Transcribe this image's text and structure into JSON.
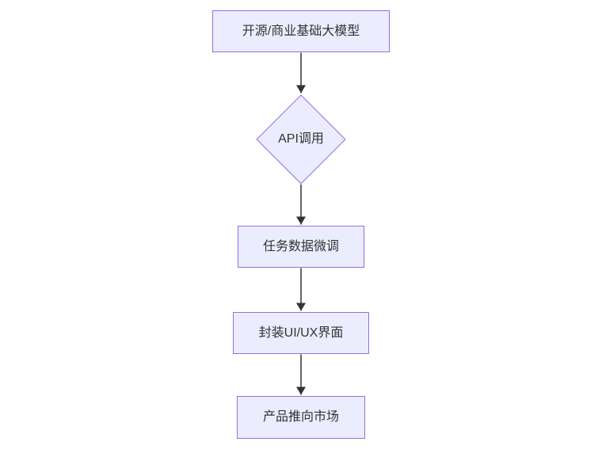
{
  "diagram": {
    "type": "flowchart",
    "direction": "top-down",
    "colors": {
      "canvas_bg": "#ffffff",
      "node_fill": "#ECECFF",
      "node_border": "#9370DB",
      "text_color": "#333333",
      "arrow_color": "#333333"
    },
    "nodes": [
      {
        "id": "A",
        "shape": "rect",
        "label": "开源/商业基础大模型"
      },
      {
        "id": "B",
        "shape": "diamond",
        "label": "API调用"
      },
      {
        "id": "C",
        "shape": "rect",
        "label": "任务数据微调"
      },
      {
        "id": "D",
        "shape": "rect",
        "label": "封装UI/UX界面"
      },
      {
        "id": "E",
        "shape": "rect",
        "label": "产品推向市场"
      }
    ],
    "edges": [
      {
        "from": "A",
        "to": "B"
      },
      {
        "from": "B",
        "to": "C"
      },
      {
        "from": "C",
        "to": "D"
      },
      {
        "from": "D",
        "to": "E"
      }
    ]
  }
}
